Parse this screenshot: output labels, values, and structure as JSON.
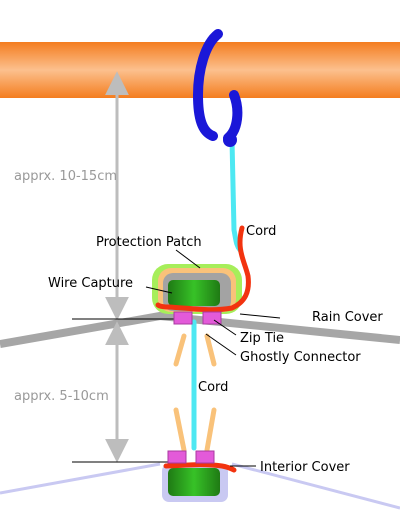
{
  "dimensions": {
    "upper": "apprx. 10-15cm",
    "lower": "apprx. 5-10cm"
  },
  "labels": {
    "cord_upper": "Cord",
    "protection_patch": "Protection Patch",
    "wire_capture": "Wire Capture",
    "rain_cover": "Rain Cover",
    "zip_tie": "Zip Tie",
    "ghostly_connector": "Ghostly Connector",
    "cord_lower": "Cord",
    "interior_cover": "Interior Cover"
  },
  "colors": {
    "pole_orange": "#f7963a",
    "hook_blue": "#1a17d8",
    "cord_cyan": "#4de8f2",
    "wire_red": "#f2330f",
    "patch_green_light": "#a6ee5a",
    "patch_orange": "#f9c27a",
    "patch_grey": "#a3a3a3",
    "capture_green": "#2ea61f",
    "zip_tie_magenta": "#e35ad9",
    "connector_orange": "#f9c27a",
    "rain_cover_grey": "#a6a6a6",
    "interior_cover_lavender": "#c9c9f2"
  }
}
